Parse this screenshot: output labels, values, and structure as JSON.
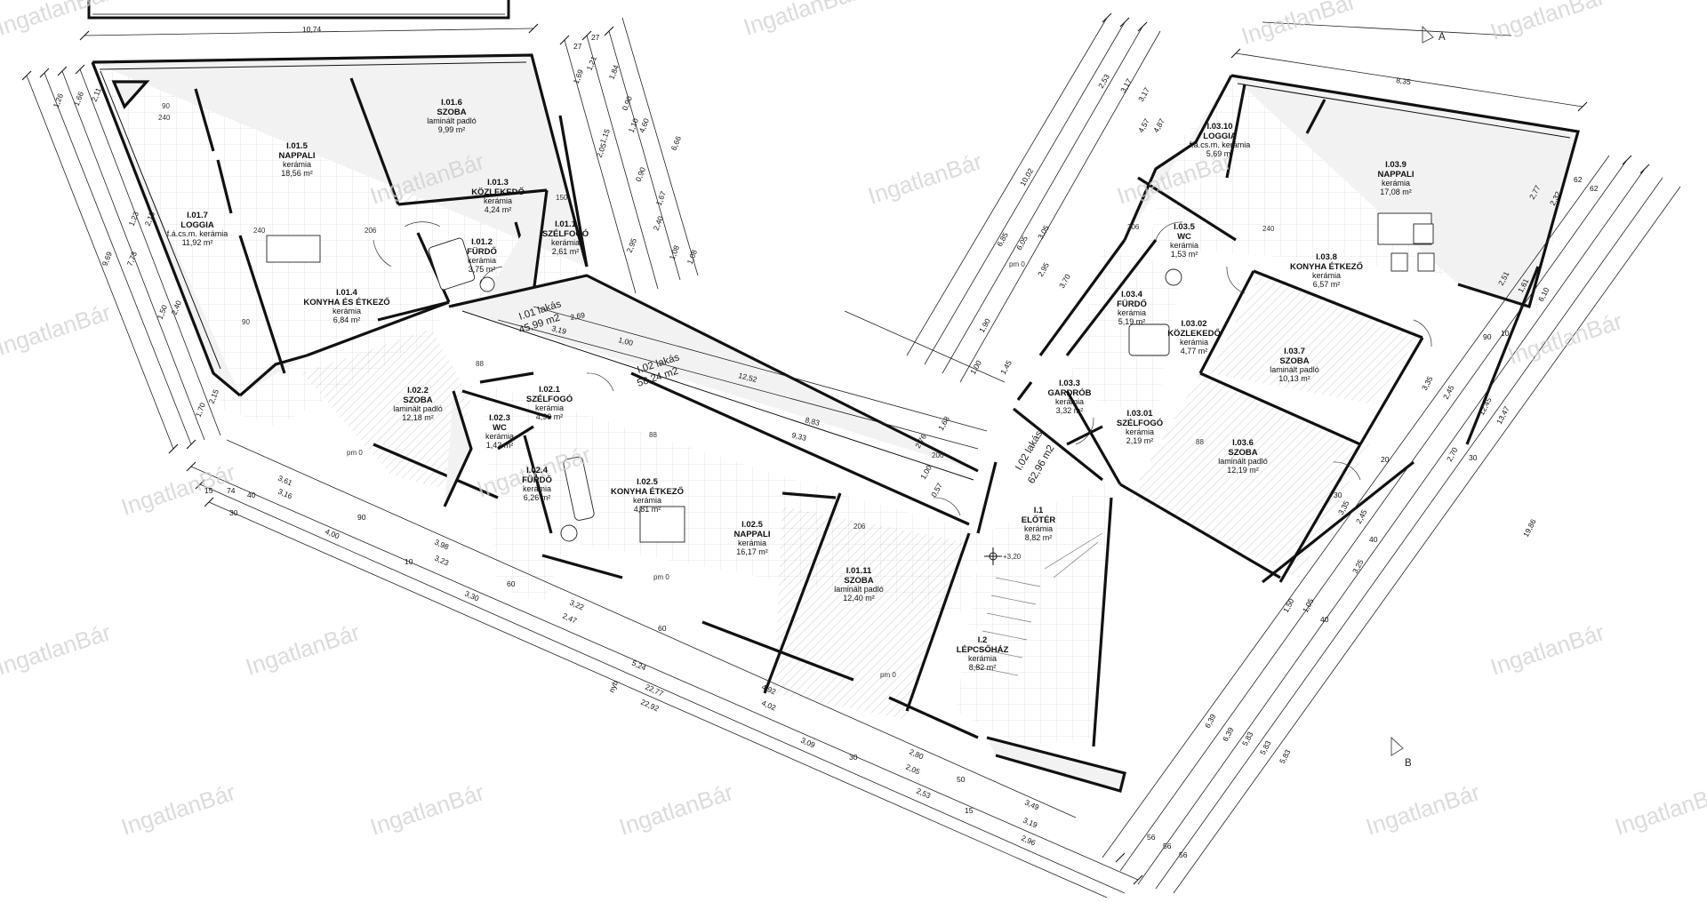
{
  "watermark": "IngatlanBár",
  "units": [
    {
      "label": "I.01 lakás",
      "area": "45,99 m2"
    },
    {
      "label": "I.02 lakás",
      "area": "58,24 m2"
    },
    {
      "label": "I.02 lakás",
      "area": "62,96 m2"
    }
  ],
  "rooms": [
    {
      "id": "I.01.1",
      "name": "SZÉLFOGÓ",
      "floor": "kerámia",
      "area": "2,61 m²"
    },
    {
      "id": "I.01.2",
      "name": "FÜRDŐ",
      "floor": "kerámia",
      "area": "3,75 m²"
    },
    {
      "id": "I.01.3",
      "name": "KÖZLEKEDŐ",
      "floor": "kerámia",
      "area": "4,24 m²"
    },
    {
      "id": "I.01.4",
      "name": "KONYHA ÉS ÉTKEZŐ",
      "floor": "kerámia",
      "area": "6,84 m²"
    },
    {
      "id": "I.01.5",
      "name": "NAPPALI",
      "floor": "kerámia",
      "area": "18,56 m²"
    },
    {
      "id": "I.01.6",
      "name": "SZOBA",
      "floor": "laminált padló",
      "area": "9,99 m²"
    },
    {
      "id": "I.01.7",
      "name": "LOGGIA",
      "floor": "f.á.cs.m. kerámia",
      "area": "11,92 m²"
    },
    {
      "id": "I.02.1",
      "name": "SZÉLFOGÓ",
      "floor": "kerámia",
      "area": "4,99 m²"
    },
    {
      "id": "I.02.2",
      "name": "SZOBA",
      "floor": "laminált padló",
      "area": "12,18 m²"
    },
    {
      "id": "I.02.3",
      "name": "WC",
      "floor": "kerámia",
      "area": "1,42 m²"
    },
    {
      "id": "I.02.4",
      "name": "FÜRDŐ",
      "floor": "kerámia",
      "area": "6,26 m²"
    },
    {
      "id": "I.02.5",
      "name": "KONYHA ÉTKEZŐ",
      "floor": "kerámia",
      "area": "4,81 m²"
    },
    {
      "id": "I.02.5",
      "name": "NAPPALI",
      "floor": "kerámia",
      "area": "16,17 m²"
    },
    {
      "id": "I.01.11",
      "name": "SZOBA",
      "floor": "laminált padló",
      "area": "12,40 m²"
    },
    {
      "id": "I.1",
      "name": "ELŐTÉR",
      "floor": "kerámia",
      "area": "8,82 m²"
    },
    {
      "id": "I.2",
      "name": "LÉPCSŐHÁZ",
      "floor": "kerámia",
      "area": "8,82 m²"
    },
    {
      "id": "I.03.01",
      "name": "SZÉLFOGÓ",
      "floor": "kerámia",
      "area": "2,19 m²"
    },
    {
      "id": "I.03.02",
      "name": "KÖZLEKEDŐ",
      "floor": "kerámia",
      "area": "4,77 m²"
    },
    {
      "id": "I.03.3",
      "name": "GARDRÓB",
      "floor": "kerámia",
      "area": "3,32 m²"
    },
    {
      "id": "I.03.4",
      "name": "FÜRDŐ",
      "floor": "kerámia",
      "area": "5,19 m²"
    },
    {
      "id": "I.03.5",
      "name": "WC",
      "floor": "kerámia",
      "area": "1,53 m²"
    },
    {
      "id": "I.03.6",
      "name": "SZOBA",
      "floor": "laminált padló",
      "area": "12,19 m²"
    },
    {
      "id": "I.03.7",
      "name": "SZOBA",
      "floor": "laminált padló",
      "area": "10,13 m²"
    },
    {
      "id": "I.03.8",
      "name": "KONYHA ÉTKEZŐ",
      "floor": "kerámia",
      "area": "6,57 m²"
    },
    {
      "id": "I.03.9",
      "name": "NAPPALI",
      "floor": "kerámia",
      "area": "17,08 m²"
    },
    {
      "id": "I.03.10",
      "name": "LOGGIA",
      "floor": "f.á.cs.m. kerámia",
      "area": "5,69 m²"
    }
  ],
  "level_marker": "+3,20",
  "section_marks": [
    "A",
    "B"
  ],
  "dims": {
    "top_left": "10,74",
    "top_right": "8,35",
    "nyb": "nyb",
    "a": [
      "2,11",
      "1,66",
      "1,26",
      "9,69",
      "7,73",
      "4,60",
      "6,66",
      "2,40",
      "1,50",
      "2,13",
      "1,23",
      "2,15",
      "1,70"
    ],
    "b": [
      "1,21",
      "1,84",
      "1,69",
      "1,15",
      "2,05",
      "2,95",
      "1,67",
      "1,08",
      "1,08",
      "2,40",
      "0,90",
      "1,10",
      "0,90"
    ],
    "c": [
      "10,02",
      "6,85",
      "6,05",
      "3,05",
      "3,70",
      "2,95",
      "1,90",
      "1,45",
      "1,00",
      "1,68",
      "2,76",
      "1,00",
      "0,57"
    ],
    "d": [
      "2,53",
      "3,17",
      "4,57",
      "4,87",
      "3,17"
    ],
    "e": [
      "2,69",
      "3,19",
      "1,00",
      "12,52",
      "8,83",
      "9,33"
    ],
    "f": [
      "3,61",
      "3,16",
      "4,00",
      "3,98",
      "3,23",
      "3,30",
      "3,22",
      "2,47",
      "5,24",
      "22,77",
      "22,92",
      "4,92",
      "4,02",
      "3,09",
      "2,80",
      "2,05",
      "2,53",
      "3,49",
      "3,19",
      "2,96"
    ],
    "g": [
      "2,77",
      "2,32",
      "2,51",
      "1,61",
      "6,10",
      "3,35",
      "2,45",
      "2,70",
      "12,45",
      "13,47",
      "19,86",
      "3,35",
      "2,45",
      "3,25",
      "1,50",
      "1,05",
      "6,39",
      "6,39",
      "5,83",
      "5,83",
      "5,83"
    ],
    "h": [
      "74",
      "40",
      "15",
      "30",
      "60",
      "90",
      "10",
      "60",
      "30",
      "15",
      "50",
      "40",
      "30",
      "62",
      "62",
      "10",
      "90",
      "30",
      "20",
      "40",
      "56",
      "56",
      "56",
      "27",
      "27"
    ]
  },
  "wall_marks": [
    "240",
    "90",
    "150",
    "206",
    "88",
    "pm 0"
  ]
}
